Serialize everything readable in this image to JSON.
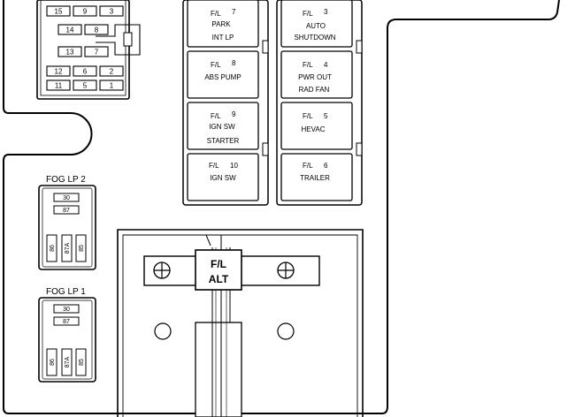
{
  "mini_fuses_top_block": {
    "rows": [
      [
        "15",
        "9",
        "3"
      ],
      [
        "14",
        "8"
      ],
      [
        "13",
        "7"
      ],
      [
        "12",
        "6",
        "2"
      ],
      [
        "11",
        "5",
        "1"
      ]
    ]
  },
  "maxi_fuses_left": [
    {
      "line1": "F/L",
      "num": "7",
      "line2": "PARK",
      "line3": "INT LP"
    },
    {
      "line1": "F/L",
      "num": "8",
      "line2": "ABS PUMP",
      "line3": ""
    },
    {
      "line1": "F/L",
      "num": "9",
      "line2": "IGN SW",
      "line3": "STARTER"
    },
    {
      "line1": "F/L",
      "num": "10",
      "line2": "IGN SW",
      "line3": ""
    }
  ],
  "maxi_fuses_right": [
    {
      "line1": "F/L",
      "num": "3",
      "line2": "AUTO",
      "line3": "SHUTDOWN"
    },
    {
      "line1": "F/L",
      "num": "4",
      "line2": "PWR OUT",
      "line3": "RAD FAN"
    },
    {
      "line1": "F/L",
      "num": "5",
      "line2": "HEVAC",
      "line3": ""
    },
    {
      "line1": "F/L",
      "num": "6",
      "line2": "TRAILER",
      "line3": ""
    }
  ],
  "relays": [
    {
      "title": "FOG LP 2",
      "pins": [
        "30",
        "87",
        "86",
        "87A",
        "85"
      ]
    },
    {
      "title": "FOG LP 1",
      "pins": [
        "30",
        "87",
        "86",
        "87A",
        "85"
      ]
    }
  ],
  "alternator_link": {
    "line1": "F/L",
    "line2": "ALT"
  }
}
